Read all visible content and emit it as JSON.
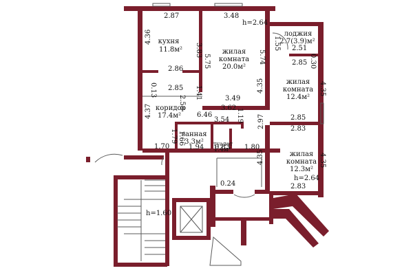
{
  "rooms": {
    "kitchen": {
      "name": "кухня",
      "area": "11.8м²"
    },
    "living1": {
      "name": "жилая",
      "name2": "комната",
      "area": "20.0м²"
    },
    "loggia": {
      "name": "лоджия",
      "area": "2.7(3.9)м²"
    },
    "living2": {
      "name": "жилая",
      "name2": "комната",
      "area": "12.4м²"
    },
    "corridor": {
      "name": "коридор",
      "area": "17.4м²"
    },
    "bath": {
      "name": "ванная",
      "area": "3.3м²"
    },
    "toilet": {
      "name": "туалет",
      "area": "1.4м²"
    },
    "living3": {
      "name": "жилая",
      "name2": "комната",
      "area": "12.3м²"
    }
  },
  "dimensions": {
    "d_287": "2.87",
    "d_348": "3.48",
    "d_h264_top": "h=2.64",
    "d_436": "4.36",
    "d_383": "3.83",
    "d_575": "5.75",
    "d_574": "5.74",
    "d_155": "1.55",
    "d_251": "2.51",
    "d_285_log": "2.85",
    "d_030": "0.30",
    "d_286": "2.86",
    "d_285_k": "2.85",
    "d_013": "0.13",
    "d_141": "1.41",
    "d_349": "3.49",
    "d_435_r1": "4.35",
    "d_435_r2": "4.35",
    "d_437": "4.37",
    "d_258": "2.58",
    "d_646": "6.46",
    "d_362": "3.62",
    "d_354": "3.54",
    "d_119": "1.19",
    "d_297": "2.97",
    "d_285_r": "2.85",
    "d_283_r": "2.83",
    "d_179": "1.79",
    "d_166": "1.66",
    "d_170": "1.70",
    "d_194": "1.94",
    "d_083": "0.83",
    "d_180": "1.80",
    "d_435_r3": "4.35",
    "d_435_r4": "4.35",
    "d_h264_bot": "h=2.64",
    "d_283_b": "2.83",
    "d_024": "0.24",
    "d_h160": "h=1.60"
  },
  "colors": {
    "wall": "#7a1e2c"
  }
}
